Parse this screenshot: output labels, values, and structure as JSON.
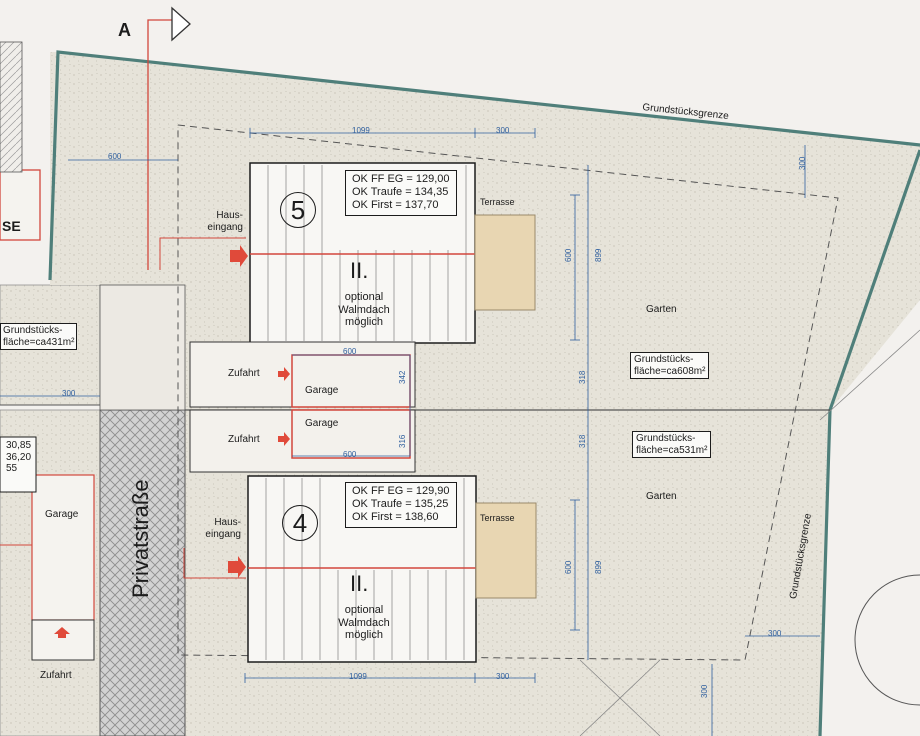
{
  "section_marker": "A",
  "boundary_label_top": "Grundstücksgrenze",
  "boundary_label_right": "Grundstücksgrenze",
  "street_label": "Privatstraße",
  "left_partial_label": "SE",
  "left_area_label_line1": "Grundstücks-",
  "left_area_label_line2": "fläche=ca431m²",
  "left_partial_values": [
    "30,85",
    "36,20",
    "55"
  ],
  "left_garage_label": "Garage",
  "left_zufahrt_label": "Zufahrt",
  "house5": {
    "number": "5",
    "elev_eg": "OK FF EG = 129,00",
    "elev_traufe": "OK Traufe = 134,35",
    "elev_first": "OK First = 137,70",
    "storeys": "II.",
    "roof_line1": "optional",
    "roof_line2": "Walmdach",
    "roof_line3": "möglich",
    "terrace": "Terrasse",
    "entrance_line1": "Haus-",
    "entrance_line2": "eingang",
    "garden": "Garten",
    "area_line1": "Grundstücks-",
    "area_line2": "fläche=ca608m²",
    "garage": "Garage",
    "zufahrt": "Zufahrt"
  },
  "house4": {
    "number": "4",
    "elev_eg": "OK FF EG = 129,90",
    "elev_traufe": "OK Traufe = 135,25",
    "elev_first": "OK First = 138,60",
    "storeys": "II.",
    "roof_line1": "optional",
    "roof_line2": "Walmdach",
    "roof_line3": "möglich",
    "terrace": "Terrasse",
    "entrance_line1": "Haus-",
    "entrance_line2": "eingang",
    "garden": "Garten",
    "area_line1": "Grundstücks-",
    "area_line2": "fläche=ca531m²",
    "garage": "Garage",
    "zufahrt": "Zufahrt"
  },
  "dimensions": {
    "top_width": "1099",
    "top_setback": "300",
    "left_offset": "600",
    "right_setback_top": "300",
    "garage_width_top": "600",
    "garage_depth_top": "342",
    "garage_depth_bottom": "316",
    "garage_width_bottom": "600",
    "house5_depth_a": "600",
    "house5_depth_b": "899",
    "lot_depth_upper": "318",
    "lot_depth_lower": "318",
    "house4_depth_a": "600",
    "house4_depth_b": "899",
    "bottom_width": "1099",
    "bottom_setback": "300",
    "left_small": "300",
    "right_setback_bottom": "300",
    "bottom_right_vertical": "300"
  },
  "colors": {
    "boundary": "#4f7f7a",
    "lot_fill": "#e6e3d9",
    "street_fill": "#cfcfcf",
    "red_lines": "#d2473c",
    "terrace_fill": "#e8d6b2",
    "dimension_blue": "#2f5f9e"
  }
}
